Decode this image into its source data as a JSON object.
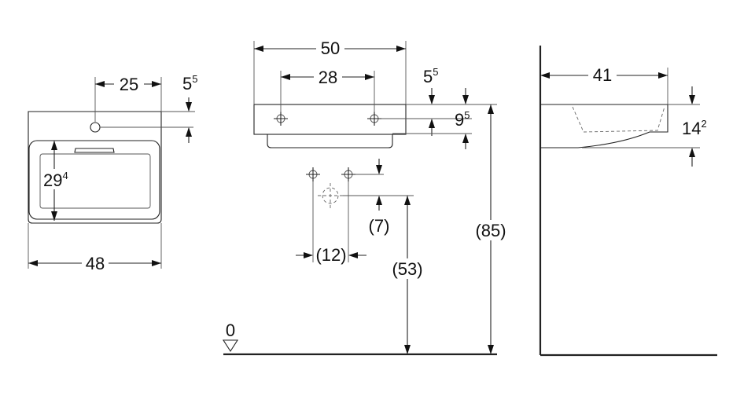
{
  "colors": {
    "line": "#222222",
    "background": "#ffffff"
  },
  "top_view": {
    "width_total": "48",
    "tap_offset": "25",
    "tap_edge_main": "5",
    "tap_edge_sup": "5",
    "bowl_depth_main": "29",
    "bowl_depth_sup": "4"
  },
  "front_view": {
    "width_total": "50",
    "fixing_spacing": "28",
    "top_to_fixing_main": "5",
    "top_to_fixing_sup": "5",
    "fixing_to_bottom_main": "9",
    "fixing_to_bottom_sup": "5",
    "waste_offset_vertical": "(7)",
    "waste_spacing_horizontal": "(12)",
    "waste_height": "(53)",
    "rim_height": "(85)",
    "floor_level": "0"
  },
  "side_view": {
    "projection": "41",
    "height_main": "14",
    "height_sup": "2"
  }
}
